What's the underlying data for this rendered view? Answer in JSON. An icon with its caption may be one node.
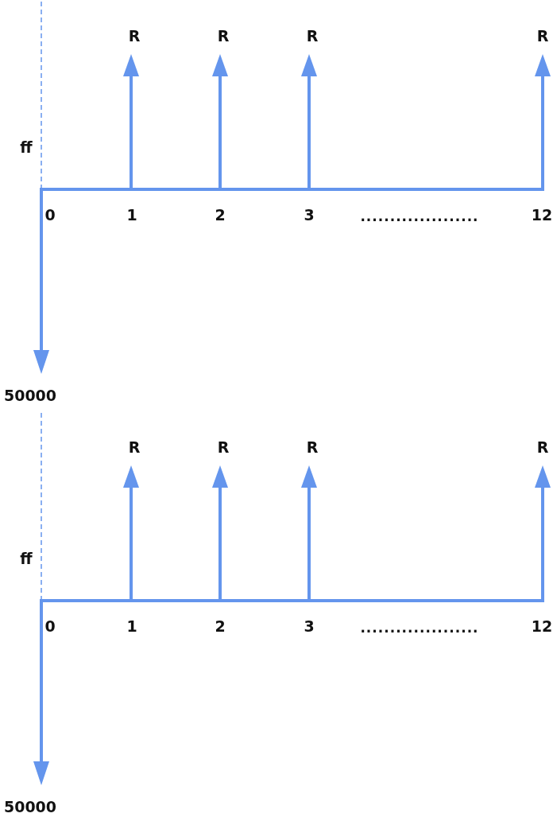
{
  "diagram": {
    "labels": [
      "R",
      "R",
      "R",
      "R",
      "ff",
      "0",
      "1",
      "2",
      "3",
      "....................",
      "12",
      "50000",
      "R",
      "R",
      "R",
      "R",
      "ff",
      "0",
      "1",
      "2",
      "3",
      "....................",
      "12",
      "50000"
    ]
  }
}
